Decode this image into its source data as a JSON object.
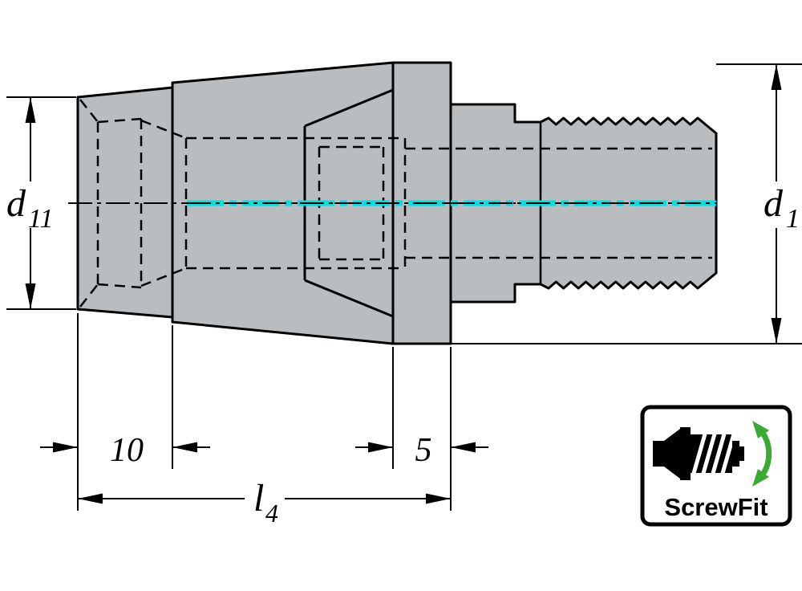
{
  "drawing": {
    "type": "technical-dimension-drawing",
    "subject": "ScrewFit adapter cross-section",
    "colors": {
      "body_fill": "#b9bdbf",
      "outline": "#000000",
      "centerline_highlight": "#00dfe4",
      "badge_green": "#3aaa35"
    },
    "dimensions": {
      "left_diameter": {
        "symbol": "d",
        "subscript": "11"
      },
      "right_diameter": {
        "symbol": "d",
        "subscript": "1"
      },
      "left_width": "10",
      "flange_width": "5",
      "total_length": {
        "symbol": "l",
        "subscript": "4"
      }
    },
    "badge": {
      "name": "ScrewFit",
      "icons": [
        "screwfit-coupling-icon",
        "rotation-arrow-icon"
      ]
    }
  }
}
